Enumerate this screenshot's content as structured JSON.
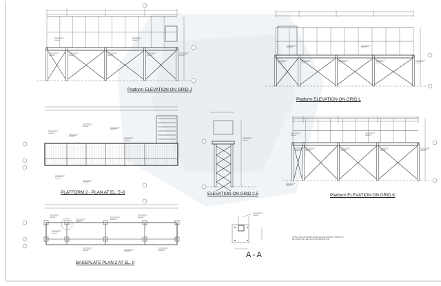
{
  "drawings": {
    "grid_j": {
      "title": "Platform ELEVATION ON GRID J"
    },
    "grid_l": {
      "title": "Platform ELEVATION ON GRID L"
    },
    "plan": {
      "title": "PLATFORM 2 -  PLAN AT EL. 5'-6"
    },
    "grid_25": {
      "title": "ELEVATION ON GRID 2.5"
    },
    "grid_k": {
      "title": "Platform ELEVATION ON GRID K"
    },
    "baseplate": {
      "title": "BASEPLATE PLAN 2 AT EL. 0"
    },
    "section": {
      "title": "A - A"
    }
  },
  "notes": {
    "anchor_note": "NOTE: HILTI HIT-RE 500 ADHESIVE ANCHORING SYSTEM TO\nBE USED FOR THE PLATFORM BASEPLATE"
  },
  "colors": {
    "line": "#333333",
    "watermark": "#eef1f5",
    "border": "#bbbbbb"
  }
}
